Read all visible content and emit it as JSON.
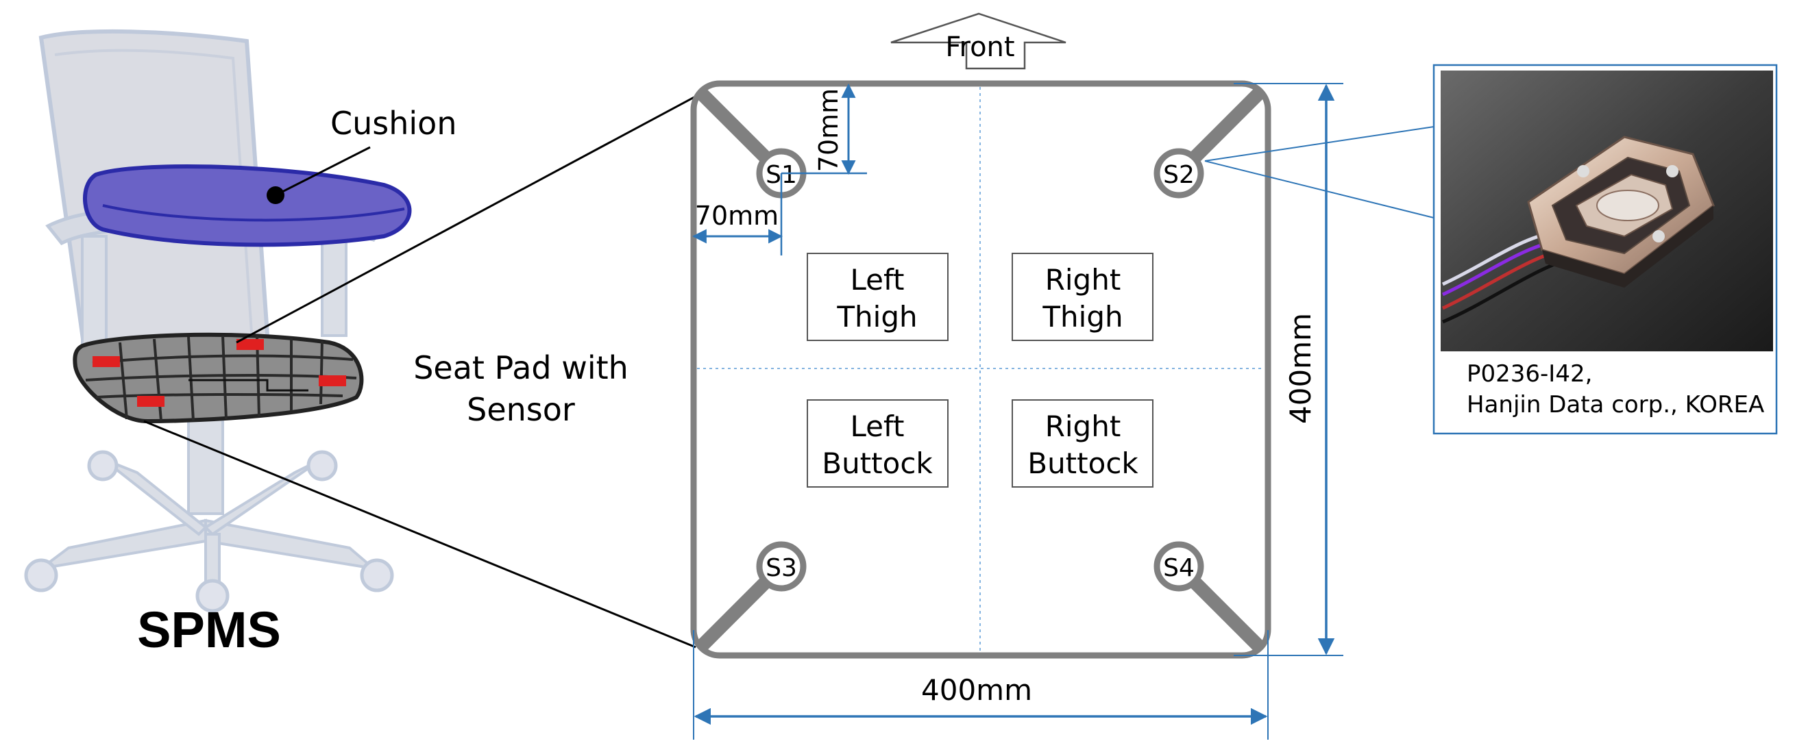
{
  "chair": {
    "cushion_label": "Cushion",
    "seat_pad_label_line1": "Seat Pad with",
    "seat_pad_label_line2": "Sensor",
    "system_name": "SPMS"
  },
  "seat_pad": {
    "front_label": "Front",
    "sensors": [
      "S1",
      "S2",
      "S3",
      "S4"
    ],
    "regions": [
      {
        "line1": "Left",
        "line2": "Thigh"
      },
      {
        "line1": "Right",
        "line2": "Thigh"
      },
      {
        "line1": "Left",
        "line2": "Buttock"
      },
      {
        "line1": "Right",
        "line2": "Buttock"
      }
    ],
    "dim_offset_vertical": "70mm",
    "dim_offset_horizontal": "70mm",
    "dim_height": "400mm",
    "dim_width": "400mm"
  },
  "sensor_info": {
    "model": "P0236-I42,",
    "maker": "Hanjin Data corp., KOREA"
  },
  "colors": {
    "dimension_blue": "#2E75B6",
    "pad_gray": "#808080",
    "cushion_blue": "#5B5BC8",
    "sensor_red": "#E02020"
  }
}
